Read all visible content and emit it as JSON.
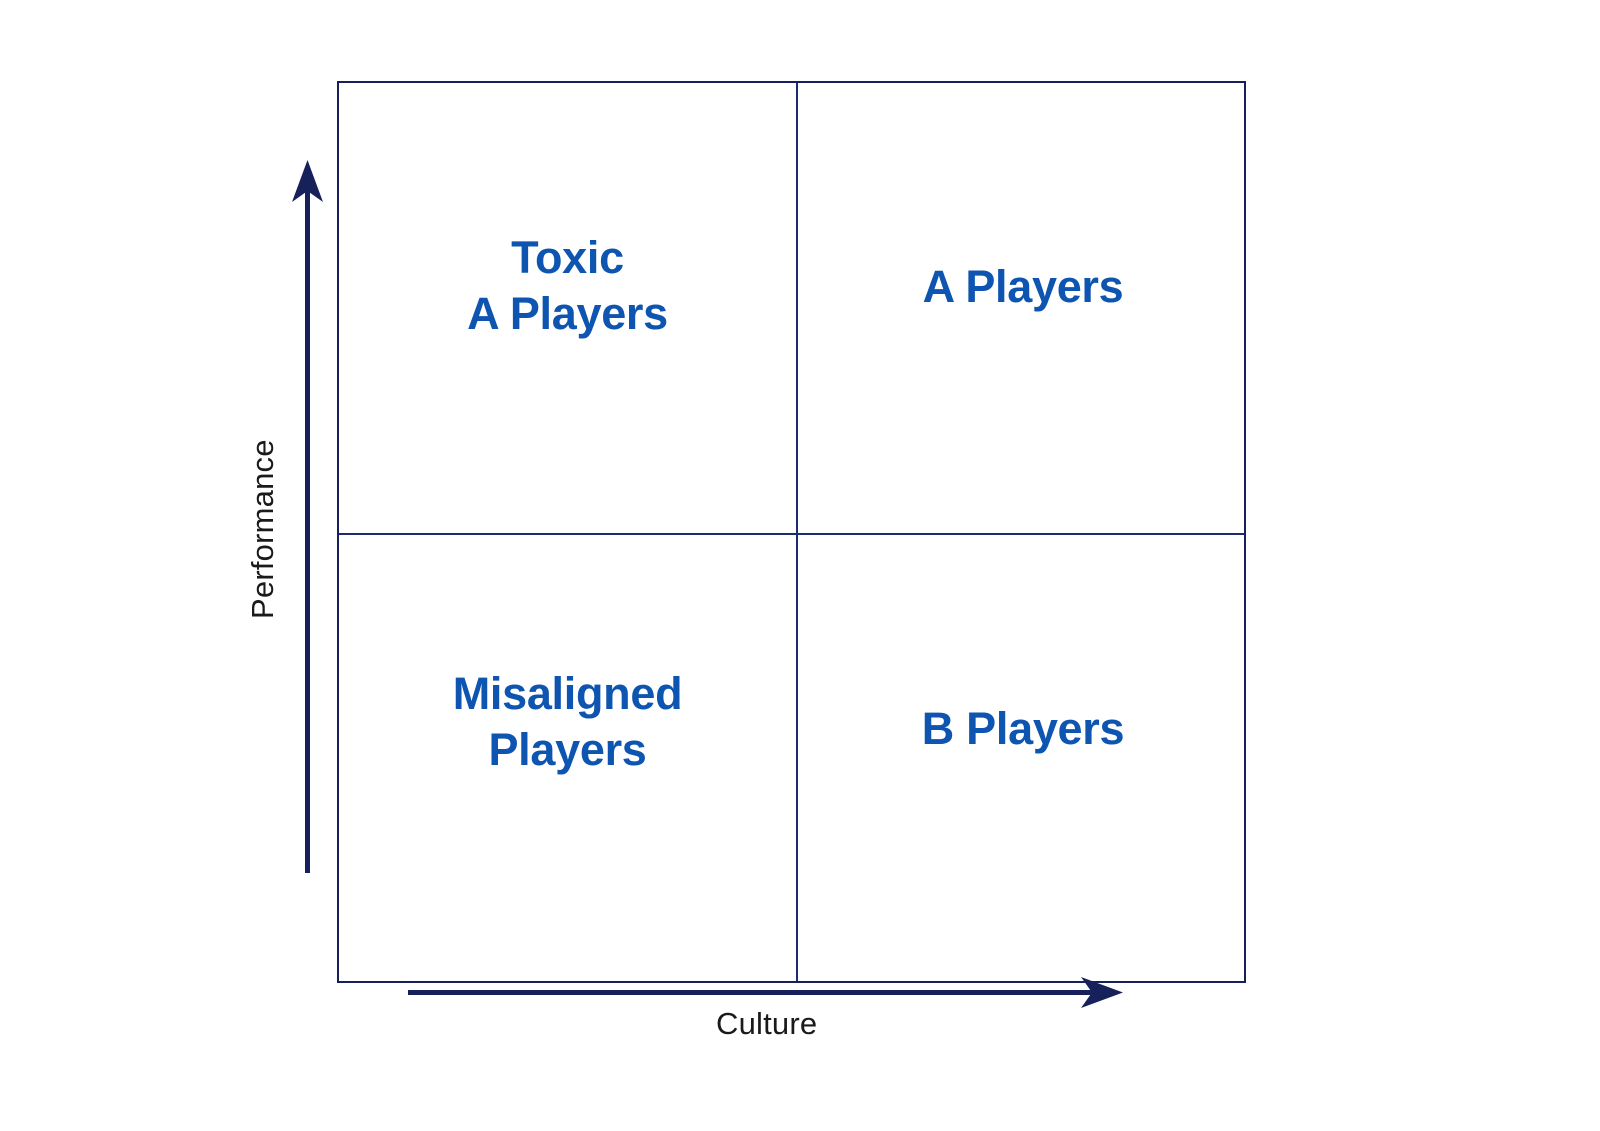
{
  "chart_data": {
    "type": "table",
    "title": "",
    "xlabel": "Culture",
    "ylabel": "Performance",
    "quadrant_grid": {
      "rows": [
        "high-performance",
        "low-performance"
      ],
      "columns": [
        "low-culture",
        "high-culture"
      ],
      "cells": [
        [
          {
            "id": "toxic-a-players",
            "label": "Toxic\nA Players",
            "performance": "high",
            "culture": "low"
          },
          {
            "id": "a-players",
            "label": "A Players",
            "performance": "high",
            "culture": "high"
          }
        ],
        [
          {
            "id": "misaligned-players",
            "label": "Misaligned\nPlayers",
            "performance": "low",
            "culture": "low"
          },
          {
            "id": "b-players",
            "label": "B Players",
            "performance": "low",
            "culture": "high"
          }
        ]
      ]
    }
  },
  "diagram": {
    "axes": {
      "y_axis": {
        "label": "Performance",
        "direction": "up",
        "arrow_icon": "arrow-up-icon"
      },
      "x_axis": {
        "label": "Culture",
        "direction": "right",
        "arrow_icon": "arrow-right-icon"
      }
    },
    "quadrants": {
      "top_left": "Toxic\nA Players",
      "top_right": "A Players",
      "bottom_left": "Misaligned\nPlayers",
      "bottom_right": "B Players"
    }
  },
  "colors": {
    "quadrant_label": "#0d55b0",
    "matrix_border": "#16215c",
    "divider": "#1b2d72",
    "axis_line": "#16215c",
    "axis_label": "#1a1a1a",
    "background": "#ffffff"
  }
}
